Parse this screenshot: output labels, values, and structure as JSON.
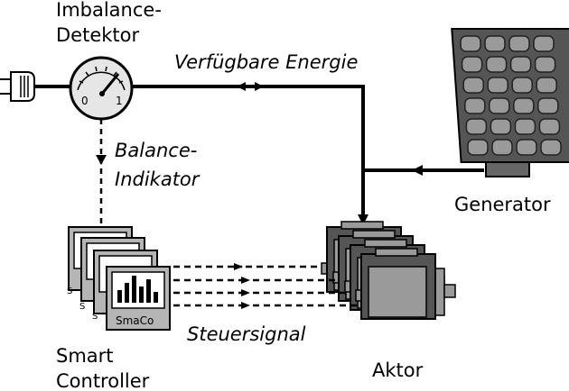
{
  "labels": {
    "imbalance_line1": "Imbalance-",
    "imbalance_line2": "Detektor",
    "energy": "Verfügbare Energie",
    "balance_line1": "Balance-",
    "balance_line2": "Indikator",
    "generator": "Generator",
    "smart_line1": "Smart",
    "smart_line2": "Controller",
    "control_signal": "Steuersignal",
    "actuator": "Aktor"
  },
  "meter": {
    "scale_min": "0",
    "scale_max": "1"
  },
  "controller": {
    "brand": "SmaCo",
    "partial_mark": "S"
  },
  "colors": {
    "line": "#000000",
    "panel_fill": "#888888",
    "panel_frame": "#555555",
    "device_gray": "#9a9a9a",
    "device_dark": "#555555",
    "meter_fill": "#e6e6e6"
  }
}
